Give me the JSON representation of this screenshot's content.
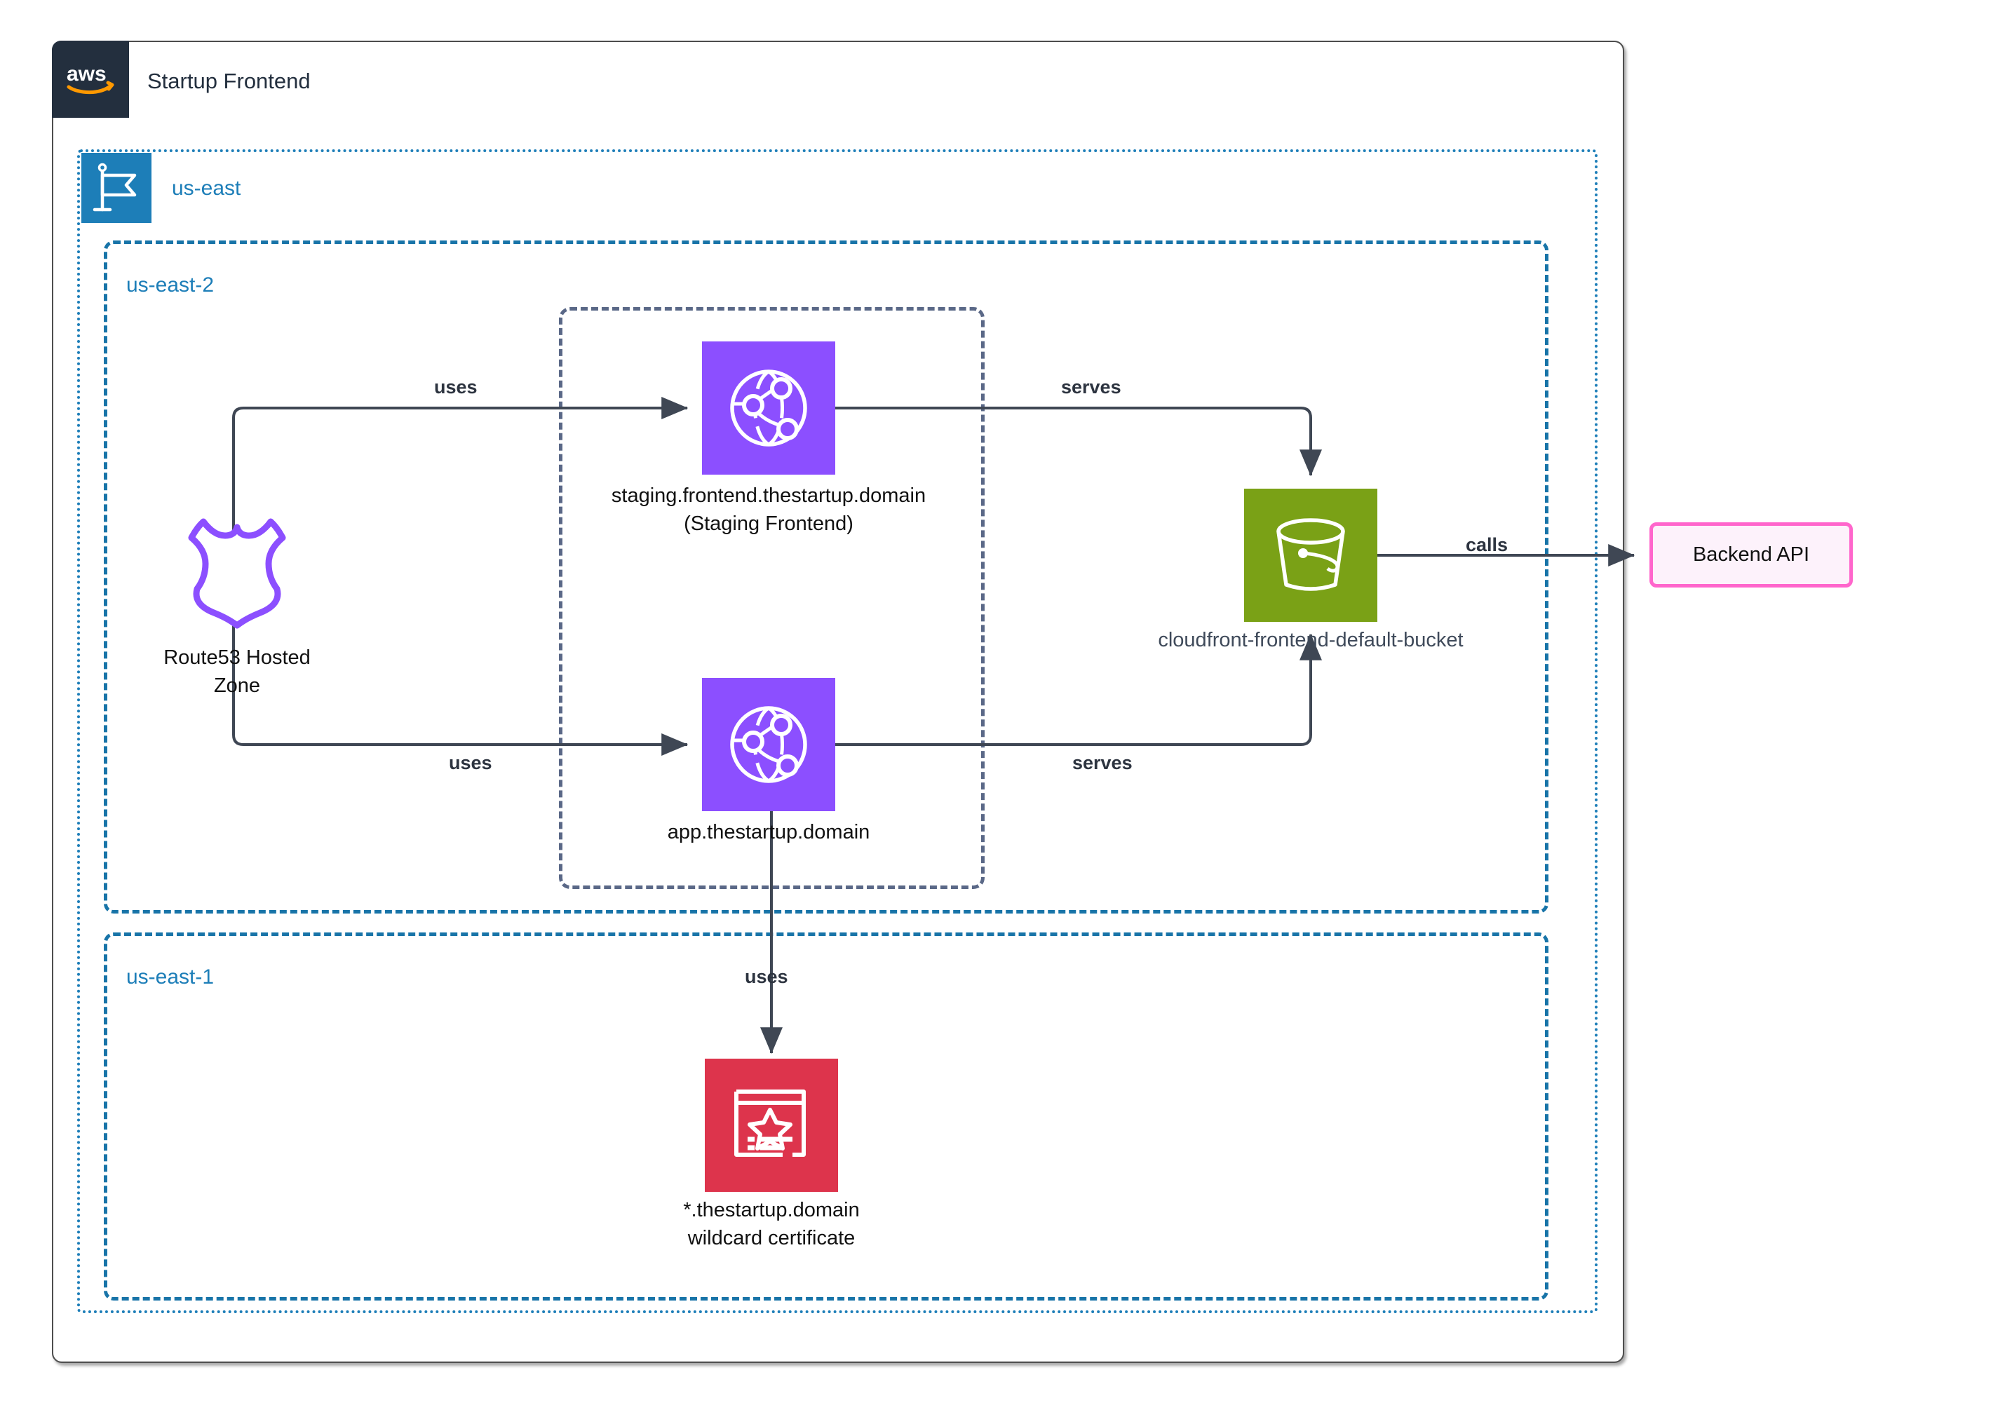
{
  "diagram": {
    "title": "Startup Frontend",
    "logo": "aws-logo",
    "card_border_color": "#4d4d4d"
  },
  "regions": {
    "outer": {
      "label": "us-east",
      "icon": "region-flag-icon",
      "color": "#1d7eb8",
      "border_style": "dotted"
    },
    "children": [
      {
        "id": "us-east-2",
        "label": "us-east-2",
        "color": "#1d7eb8",
        "border_style": "dashed"
      },
      {
        "id": "us-east-1",
        "label": "us-east-1",
        "color": "#1d7eb8",
        "border_style": "dashed"
      }
    ]
  },
  "groups": {
    "cloudfront_group": {
      "label": "",
      "border_color": "#5a6887",
      "border_style": "dashed"
    }
  },
  "nodes": [
    {
      "id": "route53",
      "label": "Route53 Hosted\nZone",
      "icon": "route53-shield-icon",
      "color": "#8c4fff",
      "type": "outline-shield"
    },
    {
      "id": "cloudfront-staging",
      "label": "staging.frontend.thestartup.domain\n(Staging Frontend)",
      "icon": "cloudfront-icon",
      "color": "#8c4fff",
      "type": "service-square"
    },
    {
      "id": "cloudfront-app",
      "label": "app.thestartup.domain",
      "icon": "cloudfront-icon",
      "color": "#8c4fff",
      "type": "service-square"
    },
    {
      "id": "s3-bucket",
      "label": "cloudfront-frontend-default-bucket",
      "icon": "s3-bucket-icon",
      "color": "#7aa116",
      "type": "service-square"
    },
    {
      "id": "acm-certificate",
      "label": "*.thestartup.domain\nwildcard certificate",
      "icon": "acm-certificate-icon",
      "color": "#dd344c",
      "type": "service-square"
    },
    {
      "id": "backend-api",
      "label": "Backend API",
      "icon": "",
      "color": "#ff66cc",
      "fill": "#fdf2fb",
      "type": "rounded-box"
    }
  ],
  "edges": [
    {
      "id": "e1",
      "from": "route53",
      "to": "cloudfront-staging",
      "label": "uses"
    },
    {
      "id": "e2",
      "from": "route53",
      "to": "cloudfront-app",
      "label": "uses"
    },
    {
      "id": "e3",
      "from": "cloudfront-staging",
      "to": "s3-bucket",
      "label": "serves"
    },
    {
      "id": "e4",
      "from": "cloudfront-app",
      "to": "s3-bucket",
      "label": "serves"
    },
    {
      "id": "e5",
      "from": "s3-bucket",
      "to": "backend-api",
      "label": "calls"
    },
    {
      "id": "e6",
      "from": "cloudfront-app",
      "to": "acm-certificate",
      "label": "uses"
    }
  ]
}
